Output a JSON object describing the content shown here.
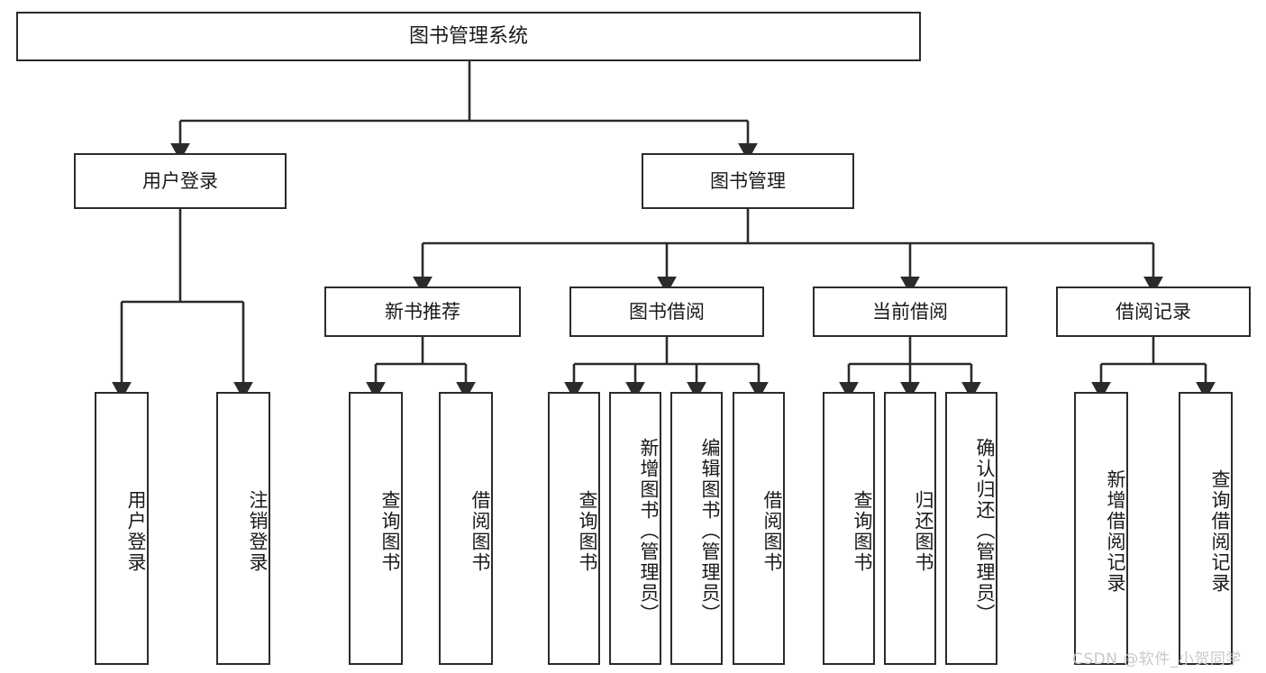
{
  "diagram": {
    "title": "图书管理系统",
    "watermark": "CSDN @软件_小贺同学",
    "stroke_color": "#2b2b2b",
    "fill_color": "#ffffff",
    "text_color": "#1a1a1a",
    "watermark_color": "#c9c9c9"
  },
  "nodes": {
    "root": {
      "label": "图书管理系统"
    },
    "level2": [
      {
        "label": "用户登录"
      },
      {
        "label": "图书管理"
      }
    ],
    "level3": [
      {
        "label": "新书推荐"
      },
      {
        "label": "图书借阅"
      },
      {
        "label": "当前借阅"
      },
      {
        "label": "借阅记录"
      }
    ],
    "leaves_user_login": [
      {
        "label": "用户登录"
      },
      {
        "label": "注销登录"
      }
    ],
    "leaves_new_book": [
      {
        "label": "查询图书"
      },
      {
        "label": "借阅图书"
      }
    ],
    "leaves_borrow": [
      {
        "label": "查询图书"
      },
      {
        "label": "新增图书（管理员）"
      },
      {
        "label": "编辑图书（管理员）"
      },
      {
        "label": "借阅图书"
      }
    ],
    "leaves_current": [
      {
        "label": "查询图书"
      },
      {
        "label": "归还图书"
      },
      {
        "label": "确认归还（管理员）"
      }
    ],
    "leaves_records": [
      {
        "label": "新增借阅记录"
      },
      {
        "label": "查询借阅记录"
      }
    ]
  },
  "chart_data": {
    "type": "diagram",
    "subtype": "tree-hierarchy",
    "title": "图书管理系统",
    "orientation": "top-down",
    "edges": [
      {
        "from": "图书管理系统",
        "to": "用户登录"
      },
      {
        "from": "图书管理系统",
        "to": "图书管理"
      },
      {
        "from": "用户登录",
        "to": "用户登录(叶)"
      },
      {
        "from": "用户登录",
        "to": "注销登录"
      },
      {
        "from": "图书管理",
        "to": "新书推荐"
      },
      {
        "from": "图书管理",
        "to": "图书借阅"
      },
      {
        "from": "图书管理",
        "to": "当前借阅"
      },
      {
        "from": "图书管理",
        "to": "借阅记录"
      },
      {
        "from": "新书推荐",
        "to": "查询图书"
      },
      {
        "from": "新书推荐",
        "to": "借阅图书"
      },
      {
        "from": "图书借阅",
        "to": "查询图书"
      },
      {
        "from": "图书借阅",
        "to": "新增图书（管理员）"
      },
      {
        "from": "图书借阅",
        "to": "编辑图书（管理员）"
      },
      {
        "from": "图书借阅",
        "to": "借阅图书"
      },
      {
        "from": "当前借阅",
        "to": "查询图书"
      },
      {
        "from": "当前借阅",
        "to": "归还图书"
      },
      {
        "from": "当前借阅",
        "to": "确认归还（管理员）"
      },
      {
        "from": "借阅记录",
        "to": "新增借阅记录"
      },
      {
        "from": "借阅记录",
        "to": "查询借阅记录"
      }
    ]
  }
}
